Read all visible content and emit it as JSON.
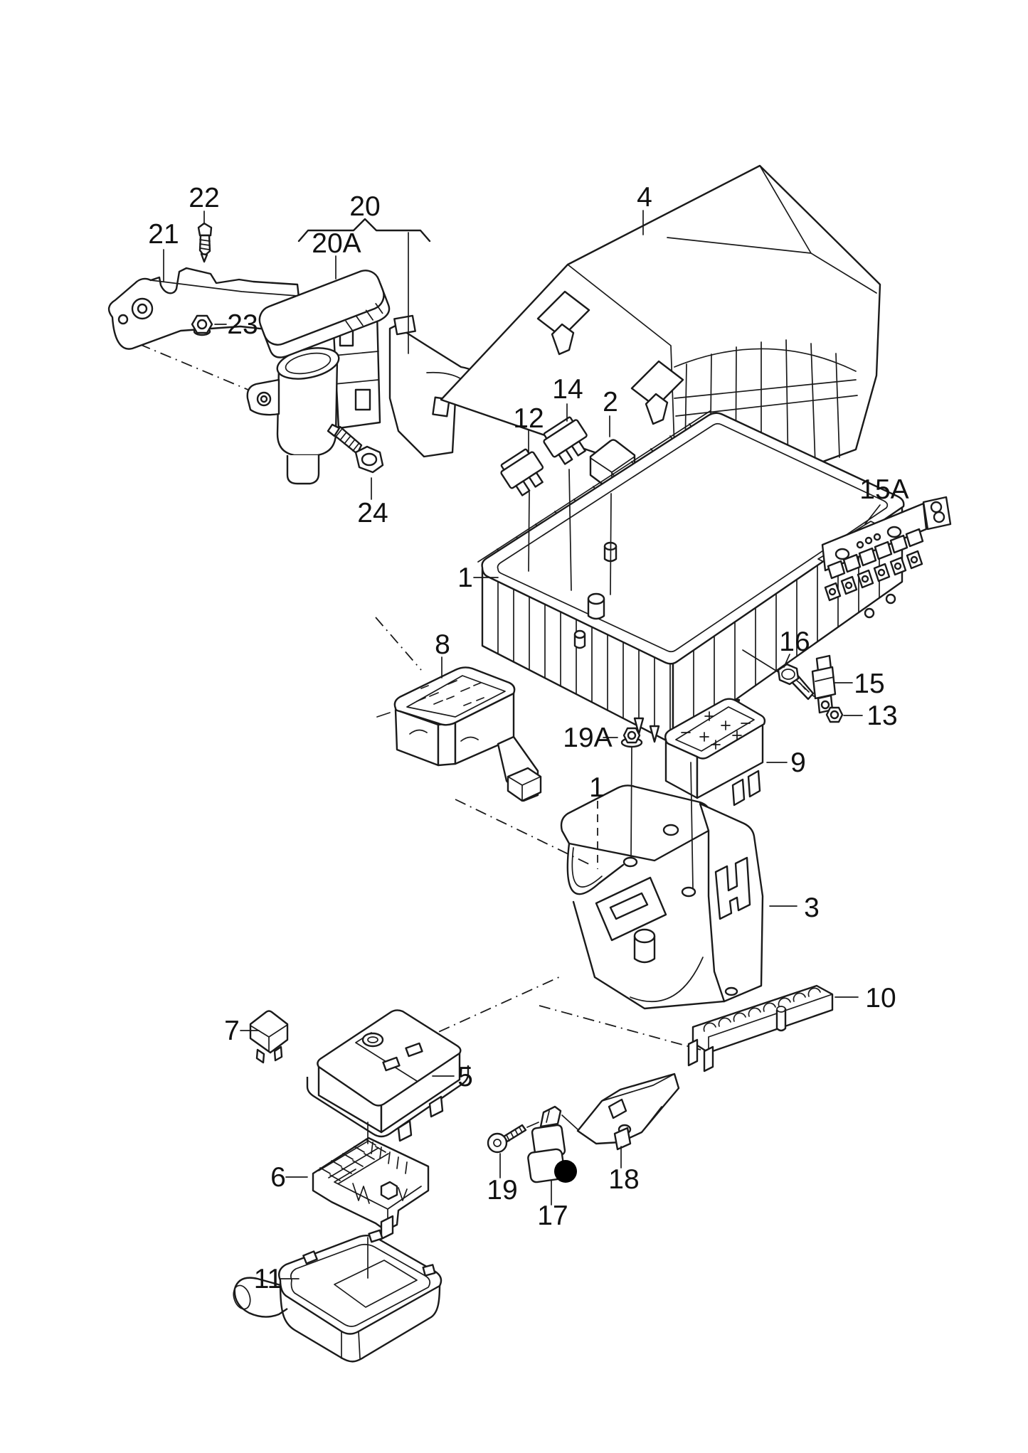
{
  "figure": {
    "background": "#ffffff",
    "line_color": "#1a1a1a",
    "highlight_dot_color": "#000000"
  },
  "callouts": [
    {
      "id": "21",
      "text": "21"
    },
    {
      "id": "22",
      "text": "22"
    },
    {
      "id": "23",
      "text": "23"
    },
    {
      "id": "20",
      "text": "20"
    },
    {
      "id": "20A",
      "text": "20A"
    },
    {
      "id": "24",
      "text": "24"
    },
    {
      "id": "4",
      "text": "4"
    },
    {
      "id": "12",
      "text": "12"
    },
    {
      "id": "14",
      "text": "14"
    },
    {
      "id": "2",
      "text": "2"
    },
    {
      "id": "1",
      "text": "1"
    },
    {
      "id": "1b",
      "text": "1"
    },
    {
      "id": "15A",
      "text": "15A"
    },
    {
      "id": "16",
      "text": "16"
    },
    {
      "id": "15",
      "text": "15"
    },
    {
      "id": "13",
      "text": "13"
    },
    {
      "id": "8",
      "text": "8"
    },
    {
      "id": "19A",
      "text": "19A"
    },
    {
      "id": "9",
      "text": "9"
    },
    {
      "id": "3",
      "text": "3"
    },
    {
      "id": "10",
      "text": "10"
    },
    {
      "id": "7",
      "text": "7"
    },
    {
      "id": "5",
      "text": "5"
    },
    {
      "id": "6",
      "text": "6"
    },
    {
      "id": "19",
      "text": "19"
    },
    {
      "id": "17",
      "text": "17"
    },
    {
      "id": "18",
      "text": "18"
    },
    {
      "id": "11",
      "text": "11"
    }
  ]
}
